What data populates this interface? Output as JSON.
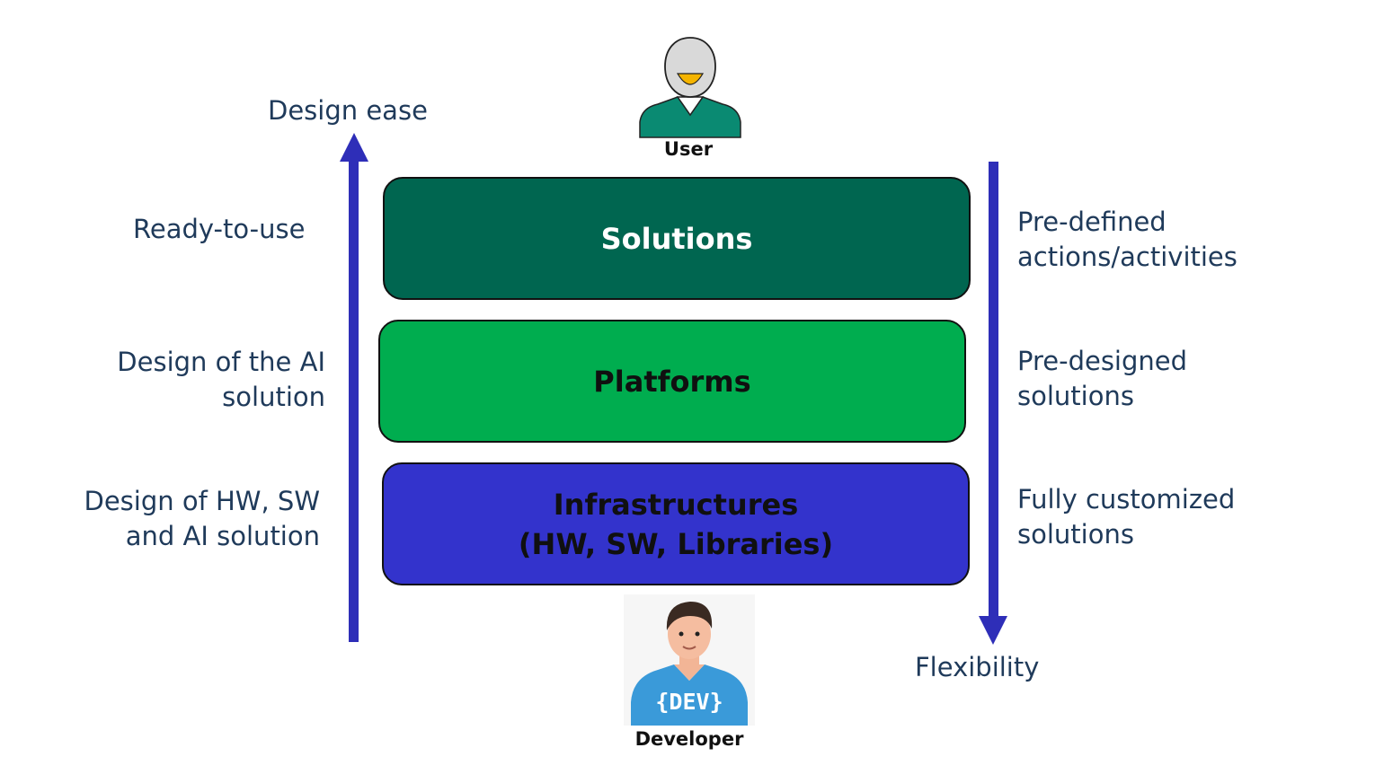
{
  "axes": {
    "left_label": "Design ease",
    "right_label": "Flexibility",
    "arrow_color": "#2e2eb8"
  },
  "actors": {
    "top": {
      "caption": "User",
      "icon": "user-icon"
    },
    "bottom": {
      "caption": "Developer",
      "icon": "developer-icon",
      "badge": "{DEV}"
    }
  },
  "layers": [
    {
      "title": "Solutions",
      "color": "#006650",
      "left_text": [
        "Ready-to-use"
      ],
      "right_text": [
        "Pre-defined",
        "actions/activities"
      ]
    },
    {
      "title": "Platforms",
      "color": "#00ad4f",
      "left_text": [
        "Design of the AI",
        "solution"
      ],
      "right_text": [
        "Pre-designed",
        "solutions"
      ]
    },
    {
      "title": "Infrastructures",
      "subtitle": "(HW, SW, Libraries)",
      "color": "#3333cc",
      "left_text": [
        "Design of HW, SW",
        "and AI solution"
      ],
      "right_text": [
        "Fully customized",
        "solutions"
      ]
    }
  ]
}
